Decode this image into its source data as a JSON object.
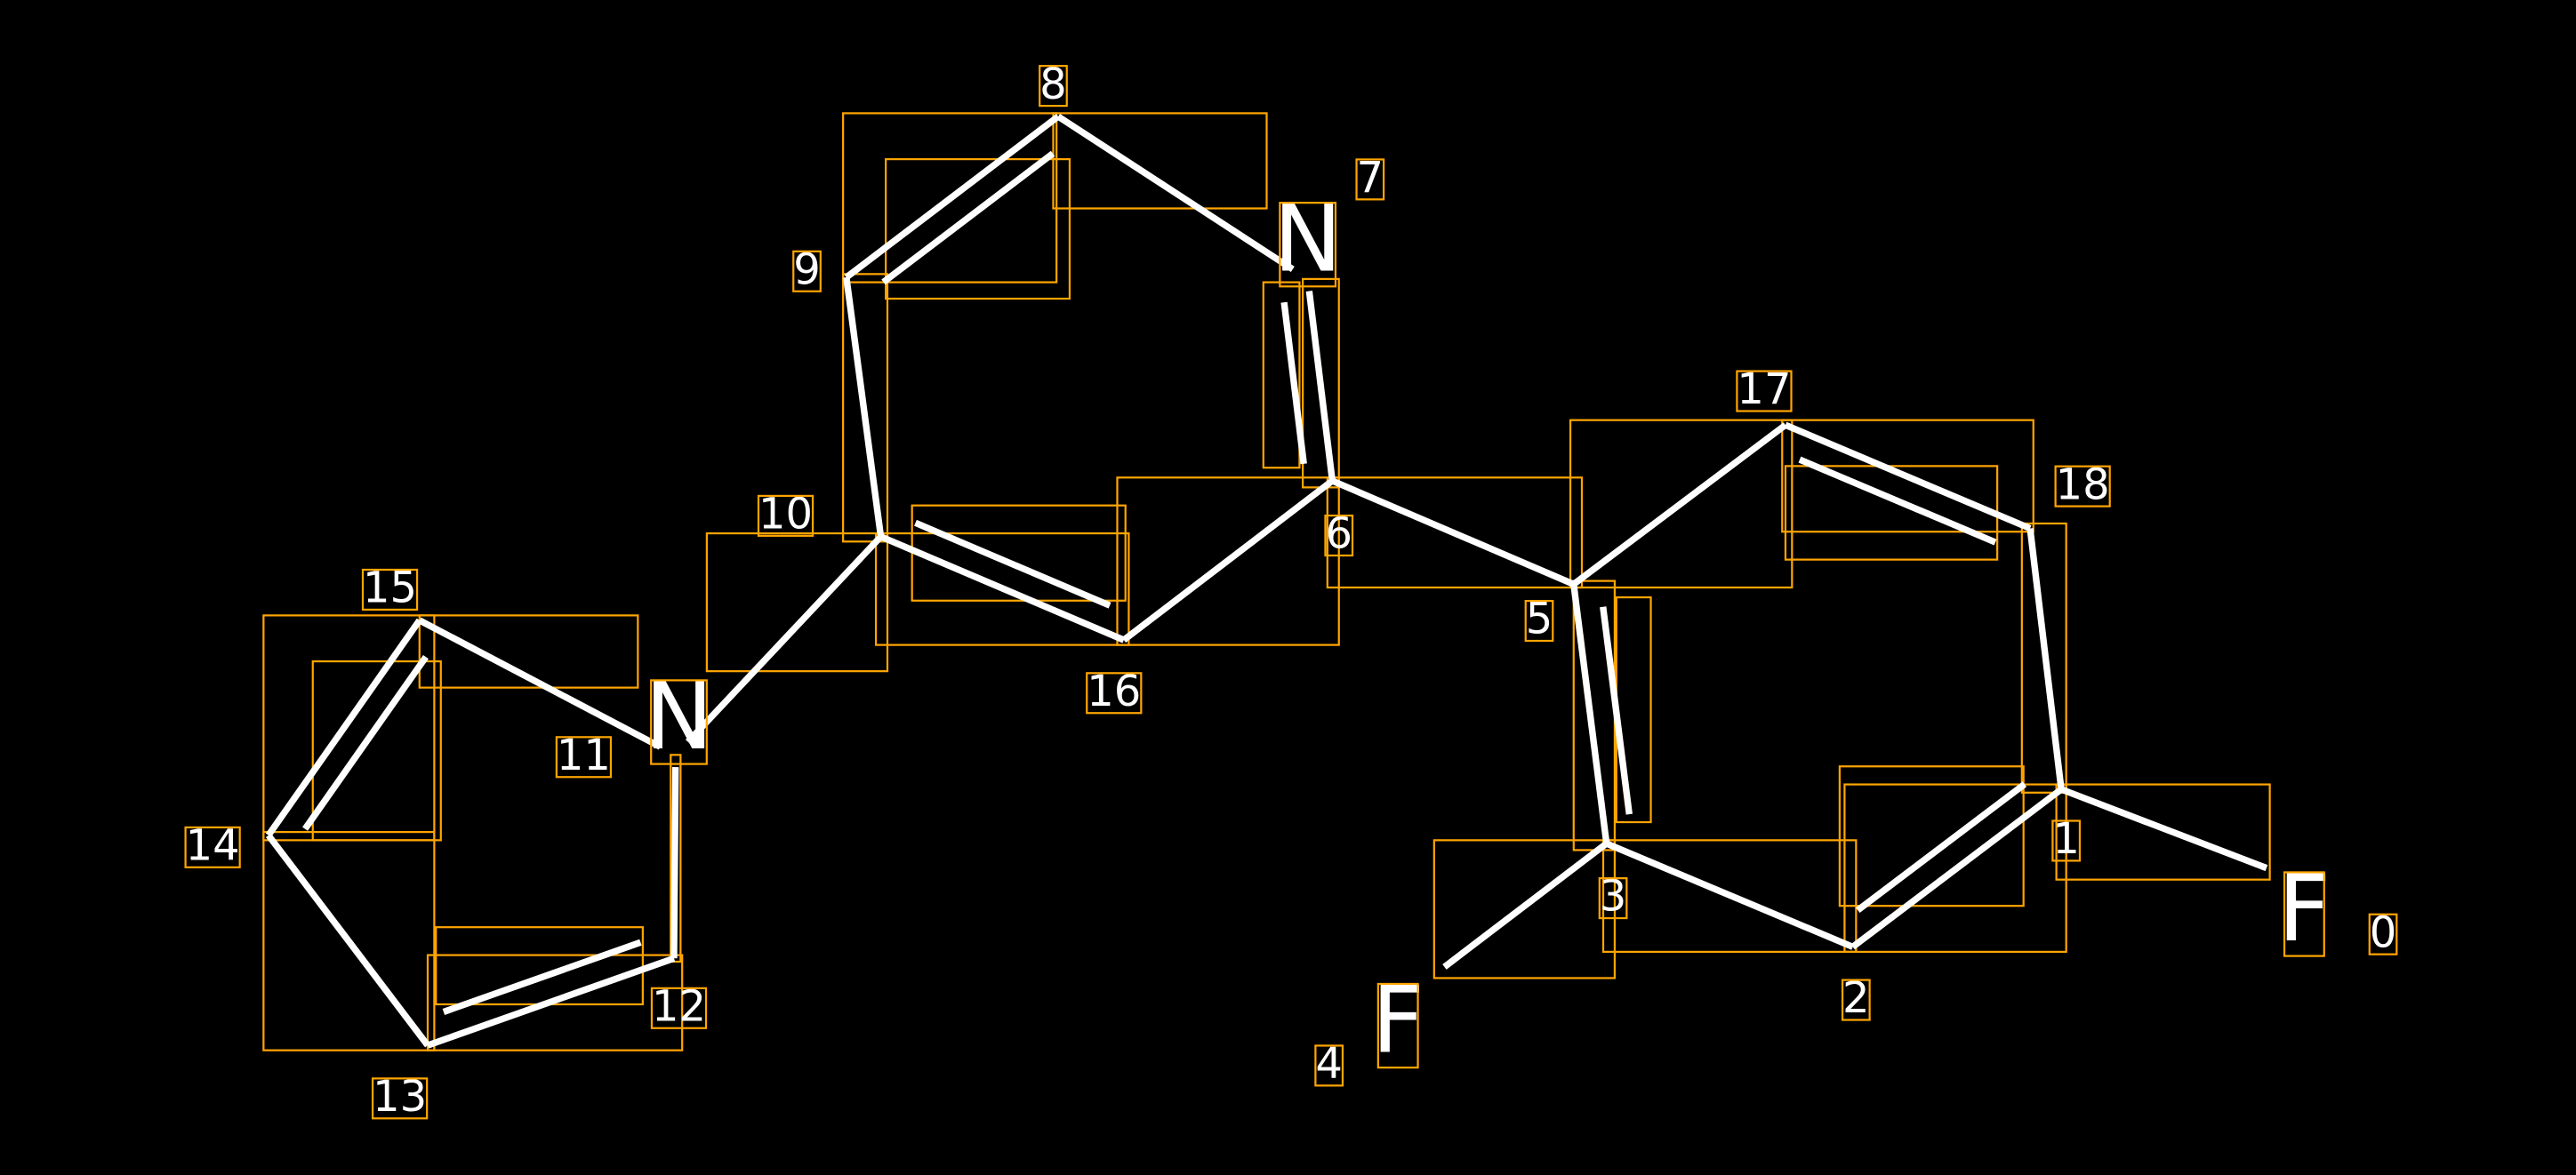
{
  "diagram": {
    "title": "Molecule atom index annotation",
    "colors": {
      "background": "#000000",
      "bond": "#FFFFFF",
      "box": "#FFA500"
    },
    "element_labels": [
      {
        "atom": 0,
        "symbol": "F"
      },
      {
        "atom": 4,
        "symbol": "F"
      },
      {
        "atom": 7,
        "symbol": "N"
      },
      {
        "atom": 11,
        "symbol": "N"
      }
    ],
    "atom_indices": [
      "0",
      "1",
      "2",
      "3",
      "4",
      "5",
      "6",
      "7",
      "8",
      "9",
      "10",
      "11",
      "12",
      "13",
      "14",
      "15",
      "16",
      "17",
      "18"
    ],
    "bonds": [
      {
        "a": 1,
        "b": 0,
        "order": 1
      },
      {
        "a": 1,
        "b": 2,
        "order": 2
      },
      {
        "a": 2,
        "b": 3,
        "order": 1
      },
      {
        "a": 3,
        "b": 4,
        "order": 1
      },
      {
        "a": 3,
        "b": 5,
        "order": 2
      },
      {
        "a": 5,
        "b": 6,
        "order": 1
      },
      {
        "a": 5,
        "b": 17,
        "order": 1
      },
      {
        "a": 17,
        "b": 18,
        "order": 2
      },
      {
        "a": 18,
        "b": 1,
        "order": 1
      },
      {
        "a": 6,
        "b": 7,
        "order": 2
      },
      {
        "a": 7,
        "b": 8,
        "order": 1
      },
      {
        "a": 8,
        "b": 9,
        "order": 2
      },
      {
        "a": 9,
        "b": 10,
        "order": 1
      },
      {
        "a": 10,
        "b": 16,
        "order": 2
      },
      {
        "a": 16,
        "b": 6,
        "order": 1
      },
      {
        "a": 10,
        "b": 11,
        "order": 1
      },
      {
        "a": 11,
        "b": 12,
        "order": 1
      },
      {
        "a": 12,
        "b": 13,
        "order": 2
      },
      {
        "a": 13,
        "b": 14,
        "order": 1
      },
      {
        "a": 14,
        "b": 15,
        "order": 2
      },
      {
        "a": 15,
        "b": 11,
        "order": 1
      }
    ]
  }
}
